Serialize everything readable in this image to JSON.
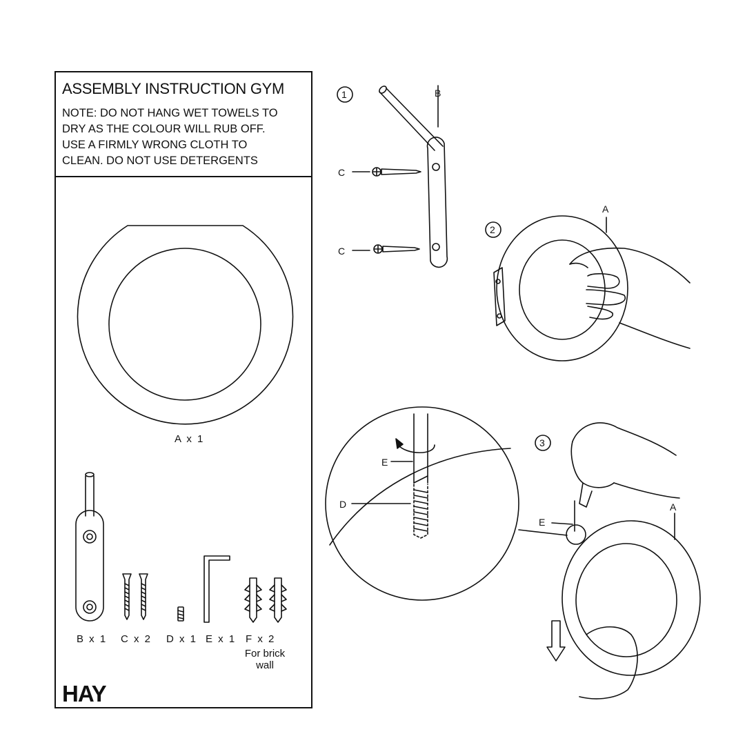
{
  "header": {
    "title": "ASSEMBLY INSTRUCTION GYM",
    "note_lines": [
      "NOTE:  DO NOT HANG WET TOWELS TO",
      "DRY AS THE COLOUR WILL RUB OFF.",
      "USE A FIRMLY WRONG CLOTH TO",
      "CLEAN. DO NOT USE DETERGENTS"
    ]
  },
  "parts": {
    "a": "A x 1",
    "b": "B x 1",
    "c": "C x 2",
    "d": "D x 1",
    "e": "E x 1",
    "f": "F x 2",
    "f_note_line1": "For brick",
    "f_note_line2": "wall"
  },
  "brand": "HAY",
  "steps": {
    "step1": {
      "number": "1",
      "labels": {
        "b": "B",
        "c1": "C",
        "c2": "C"
      }
    },
    "step2": {
      "number": "2",
      "labels": {
        "a": "A"
      }
    },
    "step3": {
      "number": "3",
      "labels": {
        "a": "A",
        "e": "E"
      }
    },
    "detail": {
      "labels": {
        "e": "E",
        "d": "D"
      }
    }
  }
}
